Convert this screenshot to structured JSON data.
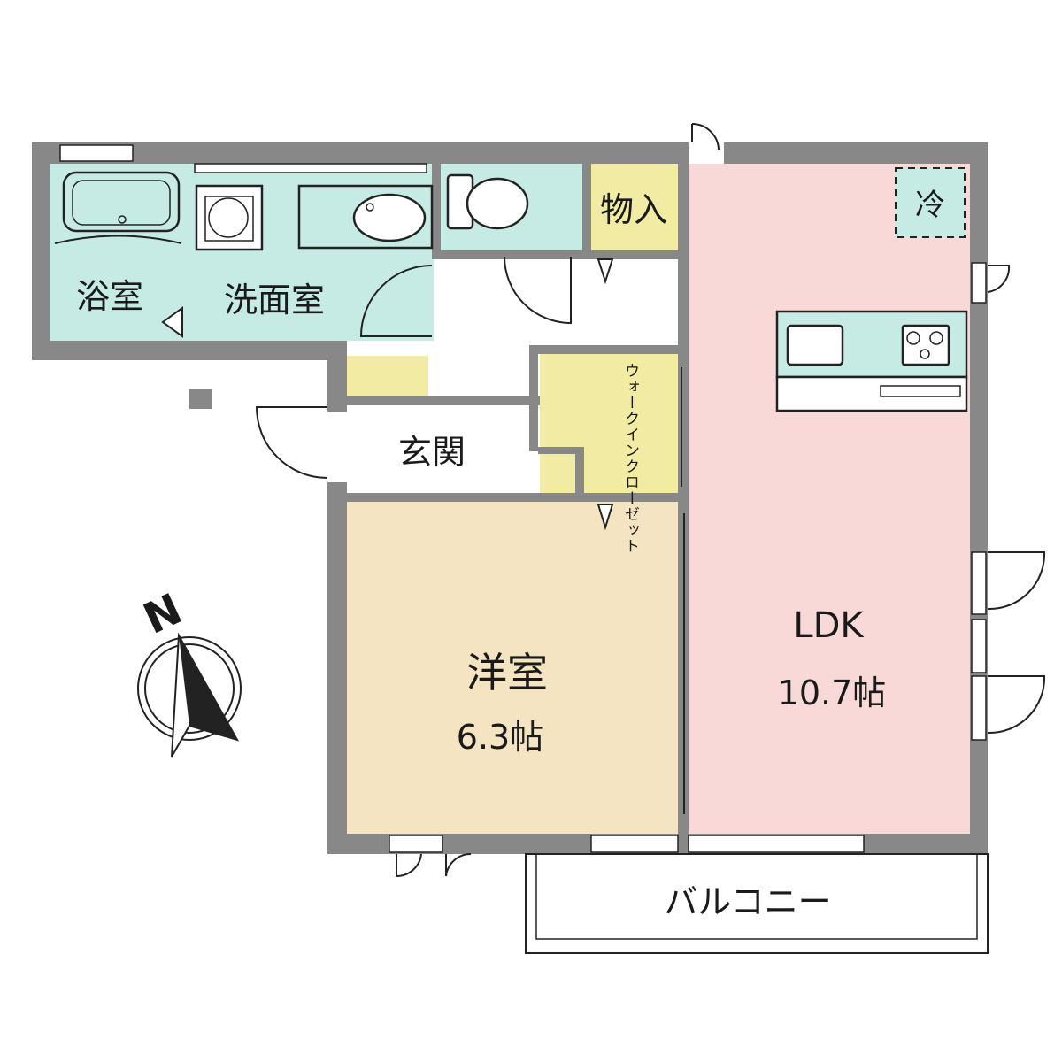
{
  "rooms": {
    "bath": "浴室",
    "washroom": "洗面室",
    "storage": "物入",
    "entrance": "玄関",
    "walk_in_closet": "ウォークインクローゼット",
    "western_room": "洋室",
    "western_room_size": "6.3帖",
    "ldk": "LDK",
    "ldk_size": "10.7帖",
    "balcony": "バルコニー",
    "fridge": "冷"
  },
  "compass": {
    "north_label": "N"
  },
  "colors": {
    "wet_area": "#c6ebe4",
    "storage": "#f2eba4",
    "western_room": "#f4e4c1",
    "ldk": "#f8d9d8",
    "wall": "#888888"
  }
}
